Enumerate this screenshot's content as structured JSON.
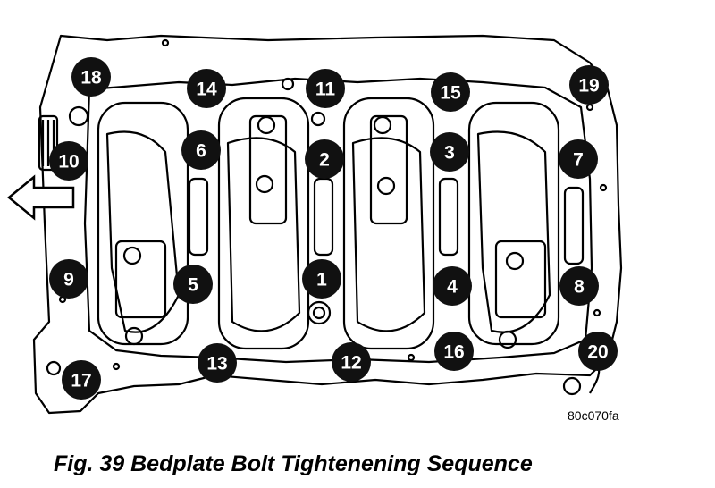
{
  "figure": {
    "caption": "Fig. 39 Bedplate Bolt Tightenening Sequence",
    "reference_code": "80c070fa",
    "bolt_numbers": [
      "1",
      "2",
      "3",
      "4",
      "5",
      "6",
      "7",
      "8",
      "9",
      "10",
      "11",
      "12",
      "13",
      "14",
      "15",
      "16",
      "17",
      "18",
      "19",
      "20"
    ],
    "arrow_direction": "left",
    "colors": {
      "badge": "#111111",
      "badge_text": "#ffffff",
      "line": "#000000"
    }
  }
}
